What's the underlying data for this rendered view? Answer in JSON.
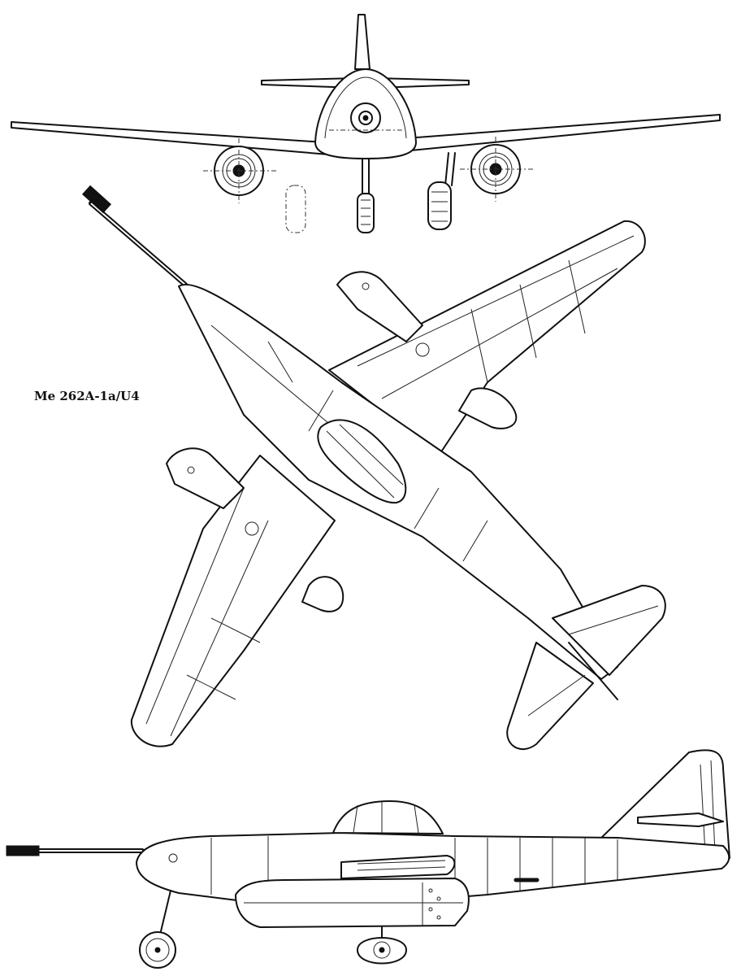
{
  "drawing": {
    "designation": "Me 262A-1a/U4",
    "views": [
      "front-view",
      "plan-view",
      "side-view"
    ],
    "line_color": "#111111",
    "background": "#ffffff"
  }
}
